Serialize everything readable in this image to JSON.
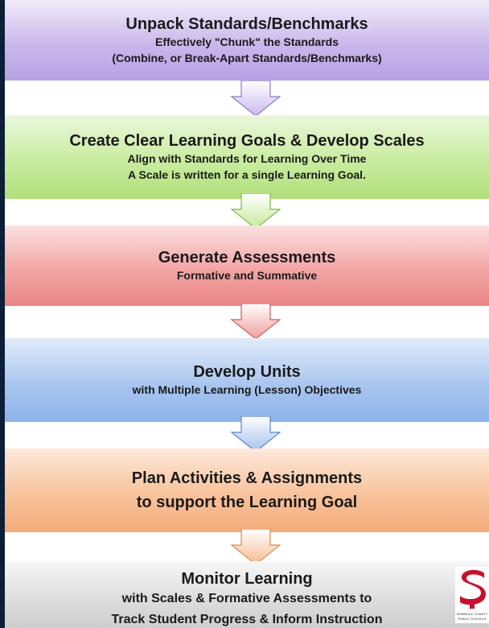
{
  "steps": [
    {
      "title": "Unpack Standards/Benchmarks",
      "lines": [
        "Effectively \"Chunk\" the Standards",
        "(Combine, or Break-Apart Standards/Benchmarks)"
      ],
      "color": "#c5b3ea"
    },
    {
      "title": "Create Clear Learning Goals & Develop Scales",
      "lines": [
        "Align with Standards for Learning Over Time",
        "A Scale is written for a single Learning Goal."
      ],
      "color": "#c3e996"
    },
    {
      "title": "Generate Assessments",
      "lines": [
        "Formative and Summative"
      ],
      "color": "#f09c9c"
    },
    {
      "title": "Develop Units",
      "lines": [
        "with Multiple Learning (Lesson) Objectives"
      ],
      "color": "#a3c1ef"
    },
    {
      "title": "Plan Activities & Assignments",
      "lines": [
        "to support the Learning Goal"
      ],
      "color": "#f6bb91"
    },
    {
      "title": "Monitor Learning",
      "lines": [
        "with Scales & Formative Assessments to",
        "Track Student Progress & Inform Instruction"
      ],
      "color": "#d6d6d6"
    }
  ],
  "logo": {
    "text_1": "SEMINOLE COUNTY",
    "text_2": "PUBLIC SCHOOLS",
    "color": "#c8102e"
  }
}
